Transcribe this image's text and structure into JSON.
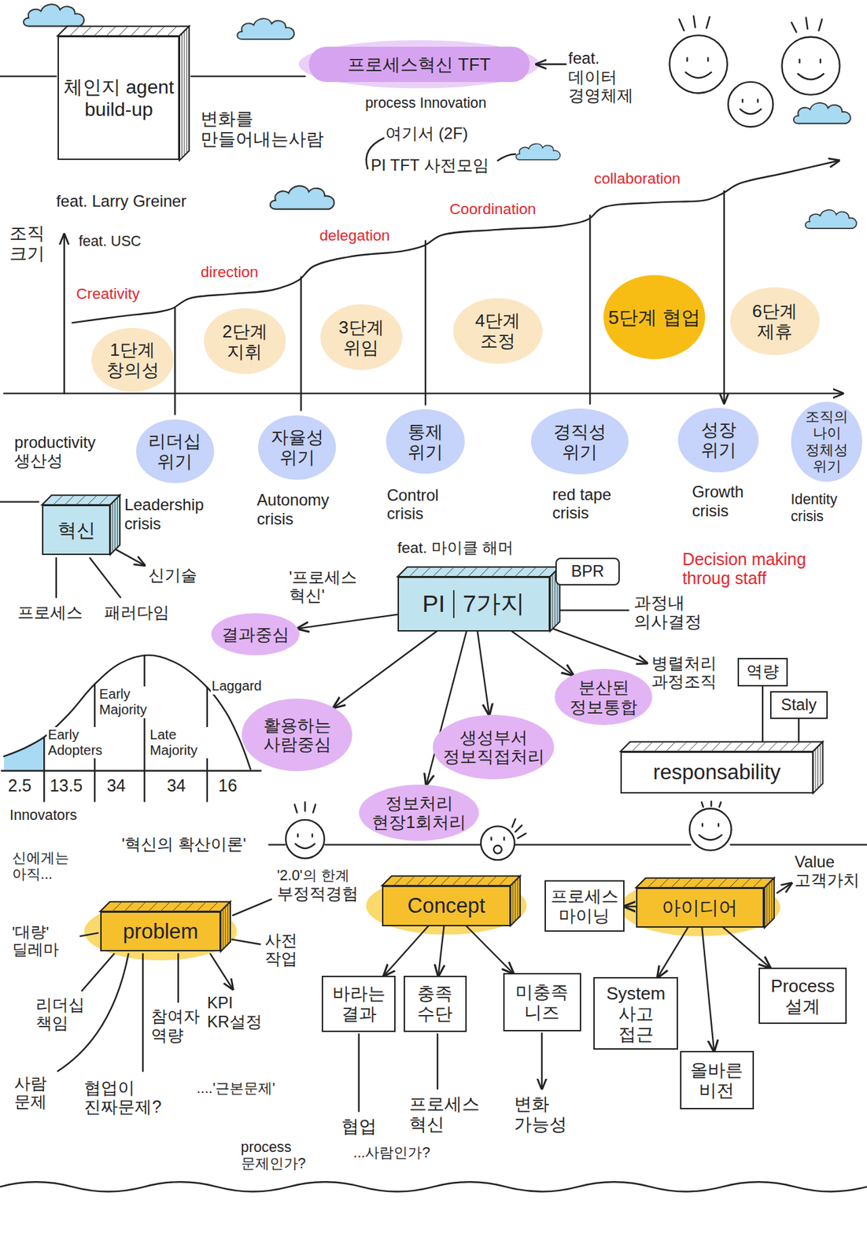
{
  "diagram": {
    "nodes": [
      {
        "text": [
          "체인지 agent build-up"
        ]
      },
      {
        "text": [
          "프로세스혁신 TFT"
        ]
      },
      {
        "text": [
          "1단계 창의성"
        ]
      },
      {
        "text": [
          "2단계 지휘"
        ]
      },
      {
        "text": [
          "3단계 위임"
        ]
      },
      {
        "text": [
          "4단계 조정"
        ]
      },
      {
        "text": [
          "5단계 협업"
        ]
      },
      {
        "text": [
          "6단계 제휴"
        ]
      },
      {
        "text": [
          "리더십 위기"
        ]
      },
      {
        "text": [
          "자율성 위기"
        ]
      },
      {
        "text": [
          "통제 위기"
        ]
      },
      {
        "text": [
          "경직성 위기"
        ]
      },
      {
        "text": [
          "성장 위기"
        ]
      },
      {
        "text": [
          "조직의 나이 정체성 위기"
        ]
      },
      {
        "text": [
          "혁신"
        ]
      },
      {
        "text": [
          "PI",
          "7가지"
        ]
      },
      {
        "text": [
          "BPR"
        ]
      },
      {
        "text": [
          "결과중심"
        ]
      },
      {
        "text": [
          "활용하는 사람중심"
        ]
      },
      {
        "text": [
          "정보처리 현장1회처리"
        ]
      },
      {
        "text": [
          "생성부서 정보직접처리"
        ]
      },
      {
        "text": [
          "분산된 정보통합"
        ]
      },
      {
        "text": [
          "역량"
        ]
      },
      {
        "text": [
          "Staly"
        ]
      },
      {
        "text": [
          "responsability"
        ]
      },
      {
        "text": [
          "problem"
        ]
      },
      {
        "text": [
          "Concept"
        ]
      },
      {
        "text": [
          "프로세스 마이닝"
        ]
      },
      {
        "text": [
          "아이디어"
        ]
      },
      {
        "text": [
          "바라는 결과"
        ]
      },
      {
        "text": [
          "충족 수단"
        ]
      },
      {
        "text": [
          "미충족 니즈"
        ]
      },
      {
        "text": [
          "System 사고 접근"
        ]
      },
      {
        "text": [
          "올바른 비전"
        ]
      },
      {
        "text": [
          "Process 설계"
        ]
      }
    ],
    "edges": [
      {
        "from": 15,
        "to": 17,
        "arrow": "to"
      },
      {
        "from": 15,
        "to": 18,
        "arrow": "to"
      },
      {
        "from": 15,
        "to": 19,
        "arrow": "to"
      },
      {
        "from": 15,
        "to": 20,
        "arrow": "to"
      },
      {
        "from": 15,
        "to": 21,
        "arrow": "to"
      },
      {
        "from": 22,
        "to": 24,
        "arrow": "none"
      },
      {
        "from": 23,
        "to": 24,
        "arrow": "none"
      },
      {
        "from": 28,
        "to": 27,
        "arrow": "to"
      },
      {
        "from": 26,
        "to": 29,
        "arrow": "to"
      },
      {
        "from": 26,
        "to": 30,
        "arrow": "to"
      },
      {
        "from": 26,
        "to": 31,
        "arrow": "to"
      },
      {
        "from": 28,
        "to": 32,
        "arrow": "to"
      },
      {
        "from": 28,
        "to": 33,
        "arrow": "to"
      },
      {
        "from": 28,
        "to": 34,
        "arrow": "to"
      }
    ],
    "labels": [
      "변화를 만들어내는사람",
      "feat. 데이터 경영체제",
      "process Innovation",
      "여기서 (2F)",
      "PI TFT 사전모임",
      "feat. Larry Greiner",
      "feat. USC",
      "조직 크기",
      "Creativity",
      "direction",
      "delegation",
      "Coordination",
      "collaboration",
      "productivity 생산성",
      "Leadership crisis",
      "Autonomy crisis",
      "Control crisis",
      "red tape crisis",
      "Growth crisis",
      "Identity crisis",
      "프로세스",
      "신기술",
      "패러다임",
      "feat. 마이클 해머",
      "'프로세스 혁신'",
      "Decision making throug staff",
      "과정내 의사결정",
      "병렬처리 과정조직",
      "Early Majority",
      "Early Adopters",
      "Late Majority",
      "Laggard",
      "2.5",
      "13.5",
      "34",
      "34",
      "16",
      "Innovators",
      "'혁신의 확산이론'",
      "신에게는 아직...",
      "'대량' 딜레마",
      "'2.0'의 한계",
      "부정적경험",
      "사전 작업",
      "리더십 책임",
      "사람 문제",
      "협업이 진짜문제?",
      "참여자 역량",
      "KPI KR설정",
      "....'근본문제'",
      "process 문제인가?",
      "협업",
      "프로세스 혁신",
      "변화 가능성",
      "...사람인가?",
      "Value 고객가치"
    ]
  }
}
